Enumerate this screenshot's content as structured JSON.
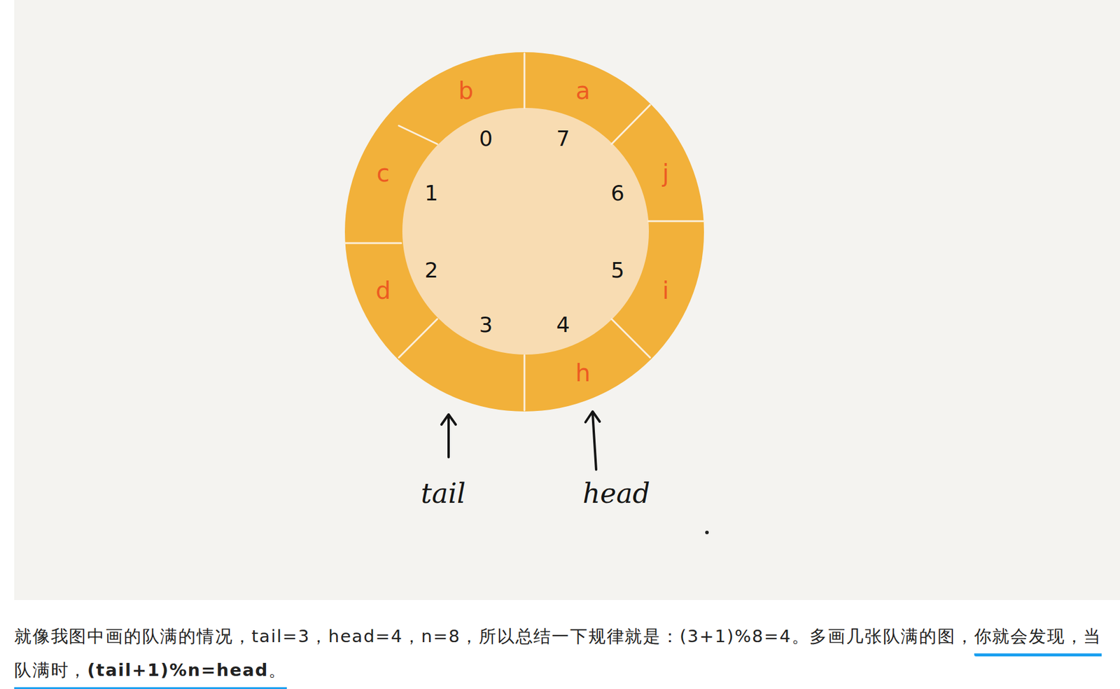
{
  "diagram": {
    "labels": [
      "b",
      "a",
      "0",
      "7",
      "c",
      "1",
      "6",
      "j",
      "d",
      "2",
      "5",
      "i",
      "3",
      "4",
      "h",
      "tail",
      "head",
      "就像我图中画的队满的情况，tail=3，head=4，n=8，所以总结一下规律就是：(3+1)%8=4。多画几张队满的图，",
      "你就会发现，当队满时，",
      "(tail+1)%n=head",
      "。"
    ]
  }
}
